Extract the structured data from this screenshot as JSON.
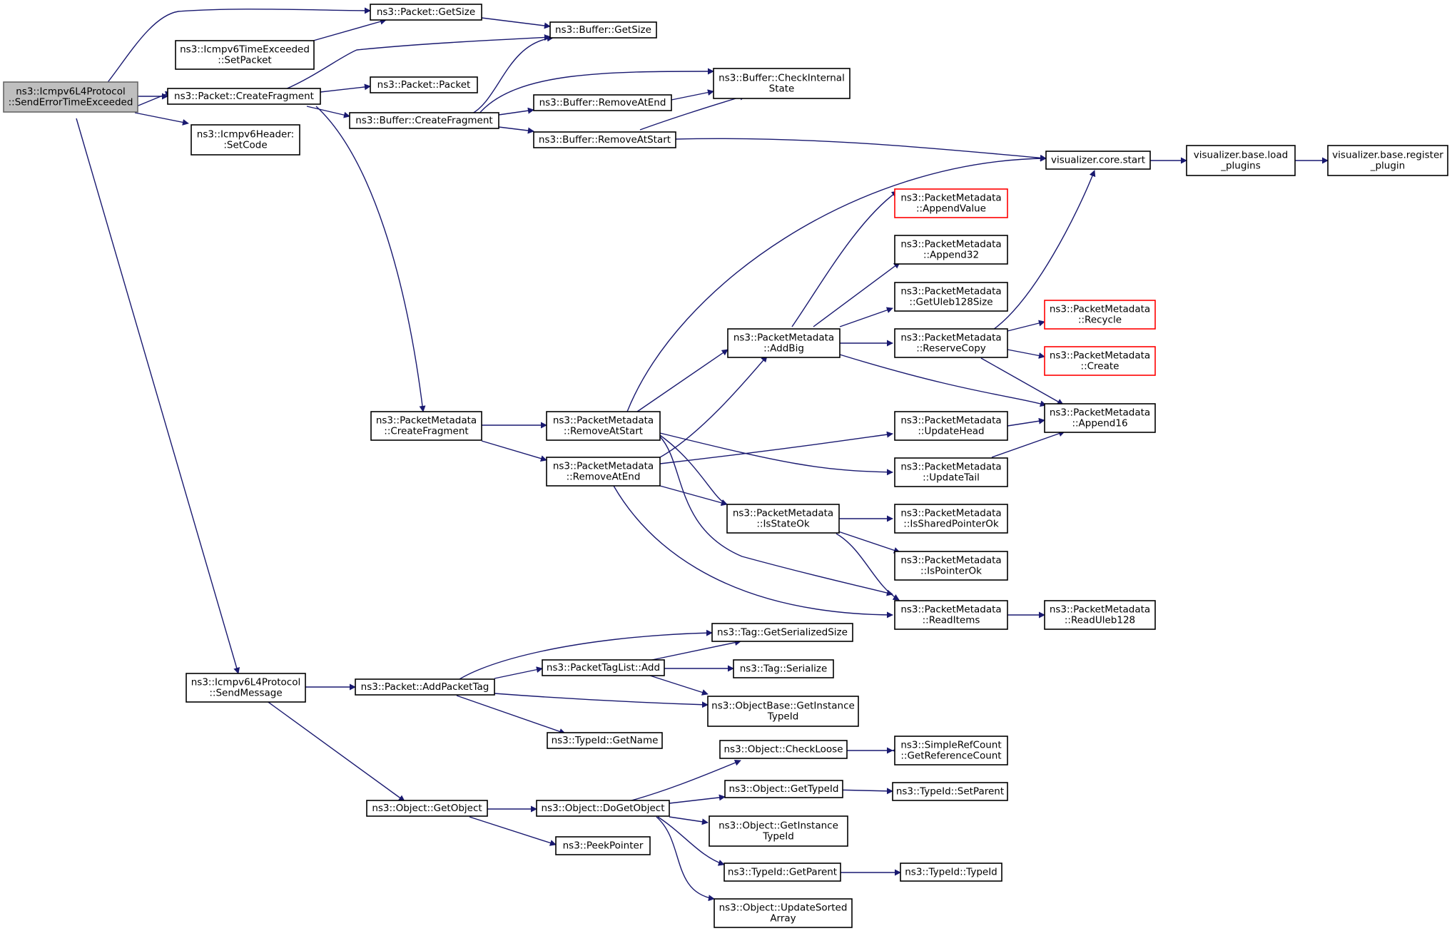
{
  "diagram": {
    "type": "call-graph",
    "edge_color": "#191970",
    "root_fill": "#bfbfbf",
    "truncated_border": "#ff0000",
    "nodes": [
      {
        "id": "root",
        "lines": [
          "ns3::Icmpv6L4Protocol",
          "::SendErrorTimeExceeded"
        ],
        "style": "root"
      },
      {
        "id": "pkt_getsize",
        "lines": [
          "ns3::Packet::GetSize"
        ]
      },
      {
        "id": "buf_getsize",
        "lines": [
          "ns3::Buffer::GetSize"
        ]
      },
      {
        "id": "icmp_setpacket",
        "lines": [
          "ns3::Icmpv6TimeExceeded",
          "::SetPacket"
        ]
      },
      {
        "id": "pkt_createfrag",
        "lines": [
          "ns3::Packet::CreateFragment"
        ]
      },
      {
        "id": "pkt_packet",
        "lines": [
          "ns3::Packet::Packet"
        ]
      },
      {
        "id": "buf_createfrag",
        "lines": [
          "ns3::Buffer::CreateFragment"
        ]
      },
      {
        "id": "buf_checkinternal",
        "lines": [
          "ns3::Buffer::CheckInternal",
          "State"
        ]
      },
      {
        "id": "buf_removeatend",
        "lines": [
          "ns3::Buffer::RemoveAtEnd"
        ]
      },
      {
        "id": "buf_removeatstart",
        "lines": [
          "ns3::Buffer::RemoveAtStart"
        ]
      },
      {
        "id": "icmp_setcode",
        "lines": [
          "ns3::Icmpv6Header:",
          ":SetCode"
        ]
      },
      {
        "id": "vis_start",
        "lines": [
          "visualizer.core.start"
        ]
      },
      {
        "id": "vis_load",
        "lines": [
          "visualizer.base.load",
          "_plugins"
        ]
      },
      {
        "id": "vis_register",
        "lines": [
          "visualizer.base.register",
          "_plugin"
        ]
      },
      {
        "id": "pm_appendvalue",
        "lines": [
          "ns3::PacketMetadata",
          "::AppendValue"
        ],
        "style": "truncated"
      },
      {
        "id": "pm_append32",
        "lines": [
          "ns3::PacketMetadata",
          "::Append32"
        ]
      },
      {
        "id": "pm_getuleb",
        "lines": [
          "ns3::PacketMetadata",
          "::GetUleb128Size"
        ]
      },
      {
        "id": "pm_addbig",
        "lines": [
          "ns3::PacketMetadata",
          "::AddBig"
        ]
      },
      {
        "id": "pm_reservecopy",
        "lines": [
          "ns3::PacketMetadata",
          "::ReserveCopy"
        ]
      },
      {
        "id": "pm_recycle",
        "lines": [
          "ns3::PacketMetadata",
          "::Recycle"
        ],
        "style": "truncated"
      },
      {
        "id": "pm_create",
        "lines": [
          "ns3::PacketMetadata",
          "::Create"
        ],
        "style": "truncated"
      },
      {
        "id": "pm_append16",
        "lines": [
          "ns3::PacketMetadata",
          "::Append16"
        ]
      },
      {
        "id": "pm_createfrag",
        "lines": [
          "ns3::PacketMetadata",
          "::CreateFragment"
        ]
      },
      {
        "id": "pm_removeatstart",
        "lines": [
          "ns3::PacketMetadata",
          "::RemoveAtStart"
        ]
      },
      {
        "id": "pm_removeatend",
        "lines": [
          "ns3::PacketMetadata",
          "::RemoveAtEnd"
        ]
      },
      {
        "id": "pm_updatehead",
        "lines": [
          "ns3::PacketMetadata",
          "::UpdateHead"
        ]
      },
      {
        "id": "pm_updatetail",
        "lines": [
          "ns3::PacketMetadata",
          "::UpdateTail"
        ]
      },
      {
        "id": "pm_isstateok",
        "lines": [
          "ns3::PacketMetadata",
          "::IsStateOk"
        ]
      },
      {
        "id": "pm_issharedptr",
        "lines": [
          "ns3::PacketMetadata",
          "::IsSharedPointerOk"
        ]
      },
      {
        "id": "pm_isptrok",
        "lines": [
          "ns3::PacketMetadata",
          "::IsPointerOk"
        ]
      },
      {
        "id": "pm_readitems",
        "lines": [
          "ns3::PacketMetadata",
          "::ReadItems"
        ]
      },
      {
        "id": "pm_readuleb",
        "lines": [
          "ns3::PacketMetadata",
          "::ReadUleb128"
        ]
      },
      {
        "id": "tag_getser",
        "lines": [
          "ns3::Tag::GetSerializedSize"
        ]
      },
      {
        "id": "icmp_sendmsg",
        "lines": [
          "ns3::Icmpv6L4Protocol",
          "::SendMessage"
        ]
      },
      {
        "id": "pkt_addtag",
        "lines": [
          "ns3::Packet::AddPacketTag"
        ]
      },
      {
        "id": "ptl_add",
        "lines": [
          "ns3::PacketTagList::Add"
        ]
      },
      {
        "id": "tag_serialize",
        "lines": [
          "ns3::Tag::Serialize"
        ]
      },
      {
        "id": "ob_getinst",
        "lines": [
          "ns3::ObjectBase::GetInstance",
          "TypeId"
        ]
      },
      {
        "id": "typeid_getname",
        "lines": [
          "ns3::TypeId::GetName"
        ]
      },
      {
        "id": "obj_checkloose",
        "lines": [
          "ns3::Object::CheckLoose"
        ]
      },
      {
        "id": "src_getref",
        "lines": [
          "ns3::SimpleRefCount",
          "::GetReferenceCount"
        ]
      },
      {
        "id": "obj_gettypeid",
        "lines": [
          "ns3::Object::GetTypeId"
        ]
      },
      {
        "id": "typeid_setparent",
        "lines": [
          "ns3::TypeId::SetParent"
        ]
      },
      {
        "id": "obj_getobject",
        "lines": [
          "ns3::Object::GetObject"
        ]
      },
      {
        "id": "obj_dogetobject",
        "lines": [
          "ns3::Object::DoGetObject"
        ]
      },
      {
        "id": "obj_getinst",
        "lines": [
          "ns3::Object::GetInstance",
          "TypeId"
        ]
      },
      {
        "id": "peekpointer",
        "lines": [
          "ns3::PeekPointer"
        ]
      },
      {
        "id": "typeid_getparent",
        "lines": [
          "ns3::TypeId::GetParent"
        ]
      },
      {
        "id": "typeid_typeid",
        "lines": [
          "ns3::TypeId::TypeId"
        ]
      },
      {
        "id": "obj_updatesorted",
        "lines": [
          "ns3::Object::UpdateSorted",
          "Array"
        ]
      }
    ]
  }
}
